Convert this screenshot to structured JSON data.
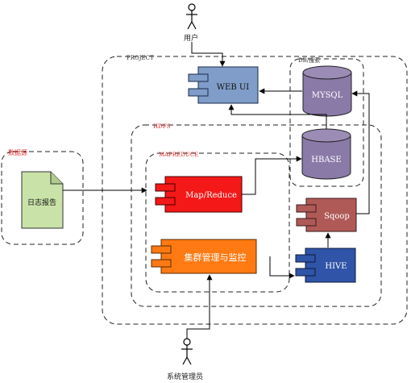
{
  "actors": {
    "user": "用户",
    "admin": "系统管理员"
  },
  "containers": {
    "project": "PROJECT",
    "db_search": "DB/搜索",
    "hdfs": "HDFS",
    "mapreduce": "MAPREDUCE",
    "datasource": "数据源"
  },
  "components": {
    "webui": "WEB UI",
    "mysql": "MYSQL",
    "hbase": "HBASE",
    "mapreduce": "Map/Reduce",
    "sqoop": "Sqoop",
    "cluster": "集群管理与监控",
    "hive": "HIVE",
    "log_report": "日志报告"
  },
  "colors": {
    "webui": "#7f9dc8",
    "mysql": "#8a7aa8",
    "hbase": "#8a7aa8",
    "mapreduce": "#f51818",
    "sqoop": "#b05a58",
    "cluster": "#ff7a12",
    "hive": "#2f54a8",
    "document": "#c9e2a8",
    "container_label": "#e03030"
  }
}
